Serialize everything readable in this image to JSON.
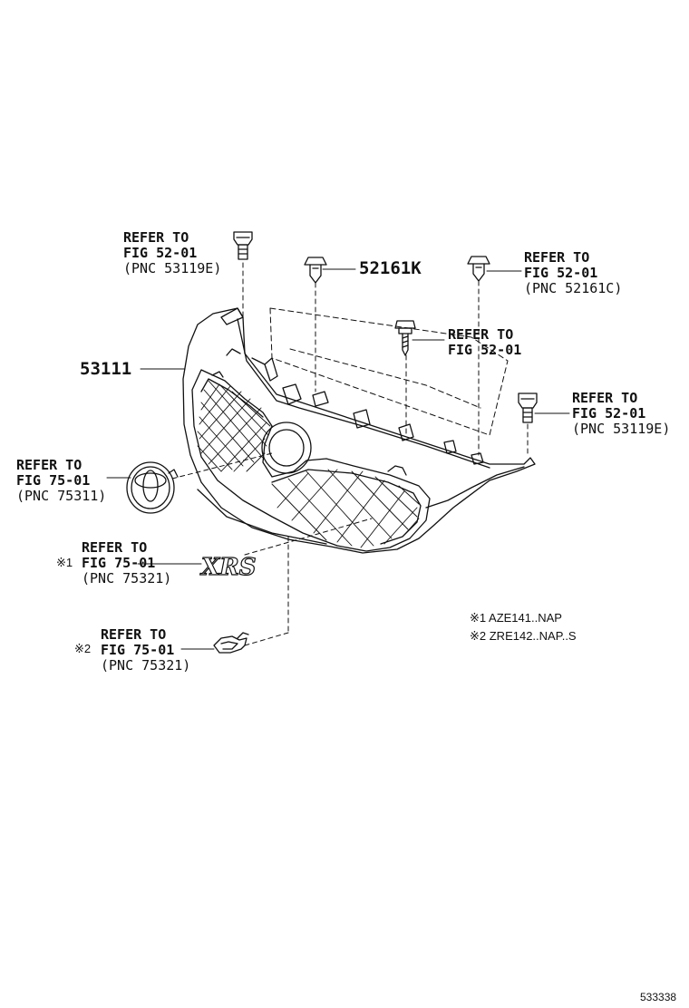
{
  "callouts": {
    "fig52_top_left": {
      "line1": "REFER TO",
      "line2": "FIG 52-01",
      "line3": "(PNC 53119E)"
    },
    "part_52161k": {
      "number": "52161K"
    },
    "fig52_top_right": {
      "line1": "REFER TO",
      "line2": "FIG 52-01",
      "line3": "(PNC 52161C)"
    },
    "fig52_mid": {
      "line1": "REFER TO",
      "line2": "FIG 52-01"
    },
    "part_53111": {
      "number": "53111"
    },
    "fig52_right": {
      "line1": "REFER TO",
      "line2": "FIG 52-01",
      "line3": "(PNC 53119E)"
    },
    "fig75_emblem": {
      "line1": "REFER TO",
      "line2": "FIG 75-01",
      "line3": "(PNC 75311)"
    },
    "fig75_xrs": {
      "marker": "※1",
      "line1": "REFER TO",
      "line2": "FIG 75-01",
      "line3": "(PNC 75321)"
    },
    "fig75_badge": {
      "marker": "※2",
      "line1": "REFER TO",
      "line2": "FIG 75-01",
      "line3": "(PNC 75321)"
    }
  },
  "notes": [
    {
      "text": "※1 AZE141..NAP"
    },
    {
      "text": "※2 ZRE142..NAP..S"
    }
  ],
  "drawing_code": "533338",
  "badge_text": "XRS",
  "line_color": "#111111"
}
